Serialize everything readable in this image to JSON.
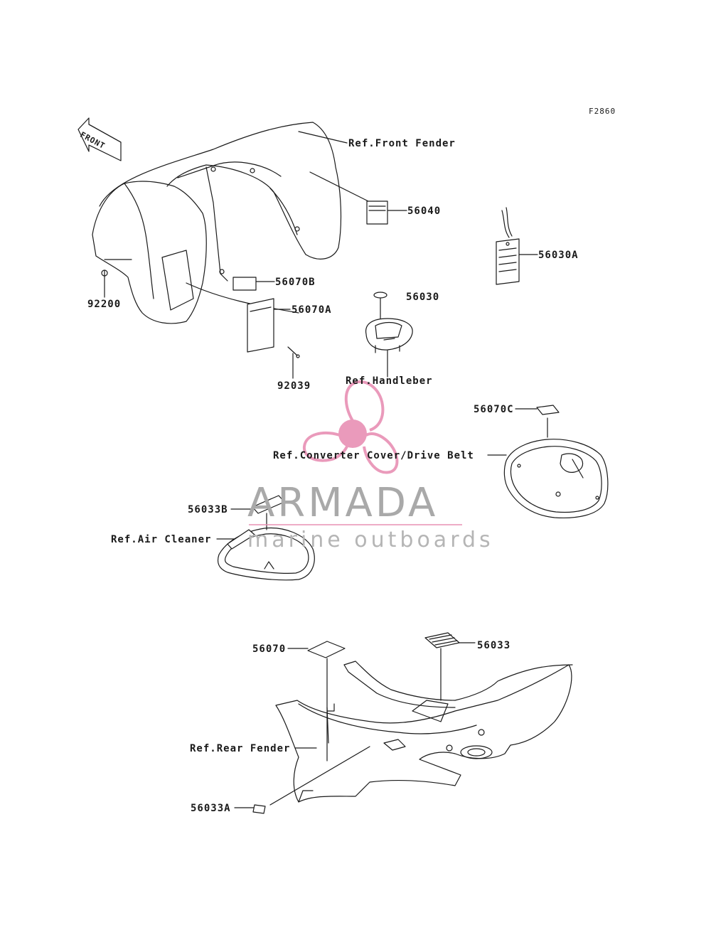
{
  "figure_code": "F2860",
  "front_arrow_label": "FRONT",
  "labels": {
    "ref_front_fender": "Ref.Front Fender",
    "p56040": "56040",
    "p56030a": "56030A",
    "p56070b": "56070B",
    "p56070a": "56070A",
    "p92200": "92200",
    "p92039": "92039",
    "p56030": "56030",
    "ref_handlebar": "Ref.Handleber",
    "p56070c": "56070C",
    "ref_converter": "Ref.Converter Cover/Drive Belt",
    "p56033b": "56033B",
    "ref_air_cleaner": "Ref.Air Cleaner",
    "p56070": "56070",
    "p56033": "56033",
    "ref_rear_fender": "Ref.Rear Fender",
    "p56033a": "56033A"
  },
  "watermark": {
    "title": "ARMADA",
    "subtitle": "marine outboards",
    "accent_color": "#e890b4"
  }
}
